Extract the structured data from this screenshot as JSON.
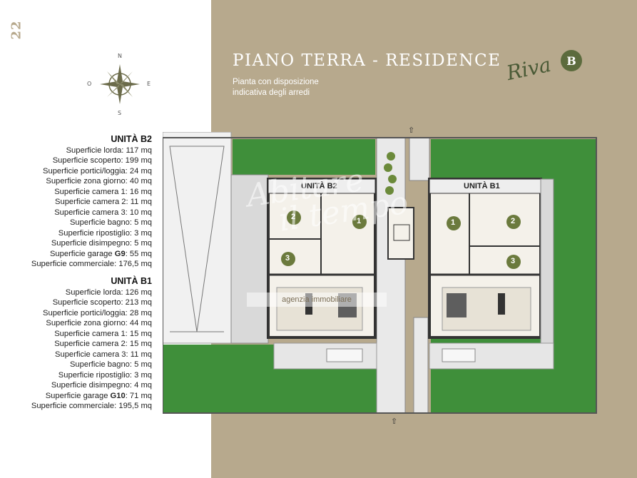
{
  "page_number": "22",
  "header": {
    "title": "PIANO TERRA - RESIDENCE",
    "subtitle_line1": "Pianta con disposizione",
    "subtitle_line2": "indicativa degli arredi"
  },
  "brand": {
    "script": "Riva",
    "badge": "B"
  },
  "compass": {
    "n": "N",
    "e": "E",
    "s": "S",
    "o": "O"
  },
  "units": [
    {
      "title": "UNITÀ B2",
      "rows": [
        {
          "label": "Superficie lorda: 117 mq"
        },
        {
          "label": "Superficie scoperto: 199 mq"
        },
        {
          "label": "Superficie portici/loggia: 24 mq"
        },
        {
          "label": "Superficie zona giorno: 40 mq"
        },
        {
          "label": "Superficie camera 1: 16 mq"
        },
        {
          "label": "Superficie camera 2: 11 mq"
        },
        {
          "label": "Superficie camera 3: 10 mq"
        },
        {
          "label": "Superficie bagno: 5 mq"
        },
        {
          "label": "Superficie ripostiglio: 3 mq"
        },
        {
          "label": "Superficie disimpegno: 5 mq"
        },
        {
          "label_pre": "Superficie garage ",
          "label_bold": "G9",
          "label_post": ": 55 mq"
        },
        {
          "label": "Superficie commerciale: 176,5 mq"
        }
      ]
    },
    {
      "title": "UNITÀ B1",
      "rows": [
        {
          "label": "Superficie lorda: 126 mq"
        },
        {
          "label": "Superficie scoperto: 213 mq"
        },
        {
          "label": "Superficie portici/loggia: 28 mq"
        },
        {
          "label": "Superficie zona giorno: 44 mq"
        },
        {
          "label": "Superficie camera 1: 15 mq"
        },
        {
          "label": "Superficie camera 2: 15 mq"
        },
        {
          "label": "Superficie camera 3: 11 mq"
        },
        {
          "label": "Superficie bagno: 5 mq"
        },
        {
          "label": "Superficie ripostiglio: 3 mq"
        },
        {
          "label": "Superficie disimpegno: 4 mq"
        },
        {
          "label_pre": "Superficie garage ",
          "label_bold": "G10",
          "label_post": ": 71 mq"
        },
        {
          "label": "Superficie commerciale: 195,5 mq"
        }
      ]
    }
  ],
  "plan": {
    "unit_b2_label": "UNITÀ B2",
    "unit_b1_label": "UNITÀ B1",
    "room_numbers": [
      "1",
      "2",
      "3"
    ]
  },
  "watermark": {
    "line1": "Abitare",
    "line2": "il tempo",
    "agency": "agenzia immobiliare"
  },
  "colors": {
    "beige": "#b7a98d",
    "lawn": "#3f8f3a",
    "olive": "#5c6b3d",
    "wall": "#3a3a3a"
  }
}
